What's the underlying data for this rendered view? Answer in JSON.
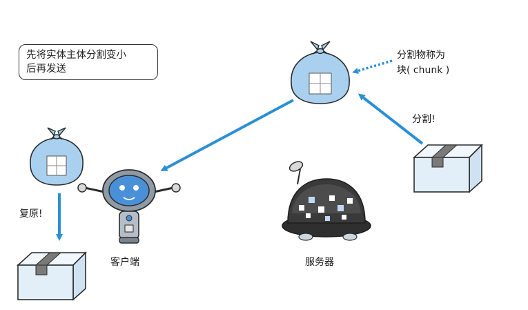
{
  "callout": {
    "line1": "先将实体主体分割变小",
    "line2": "后再发送"
  },
  "chunk_note": {
    "line1": "分割物称为",
    "line2": "块( chunk )"
  },
  "labels": {
    "split": "分割!",
    "restore": "复原!",
    "client": "客户端",
    "server": "服务器"
  },
  "colors": {
    "arrow": "#2a8fd6",
    "bag": "#a9d1ef",
    "box": "#e3eff8",
    "robot_body": "#4a90d9",
    "server_dark": "#3a3a3a"
  }
}
